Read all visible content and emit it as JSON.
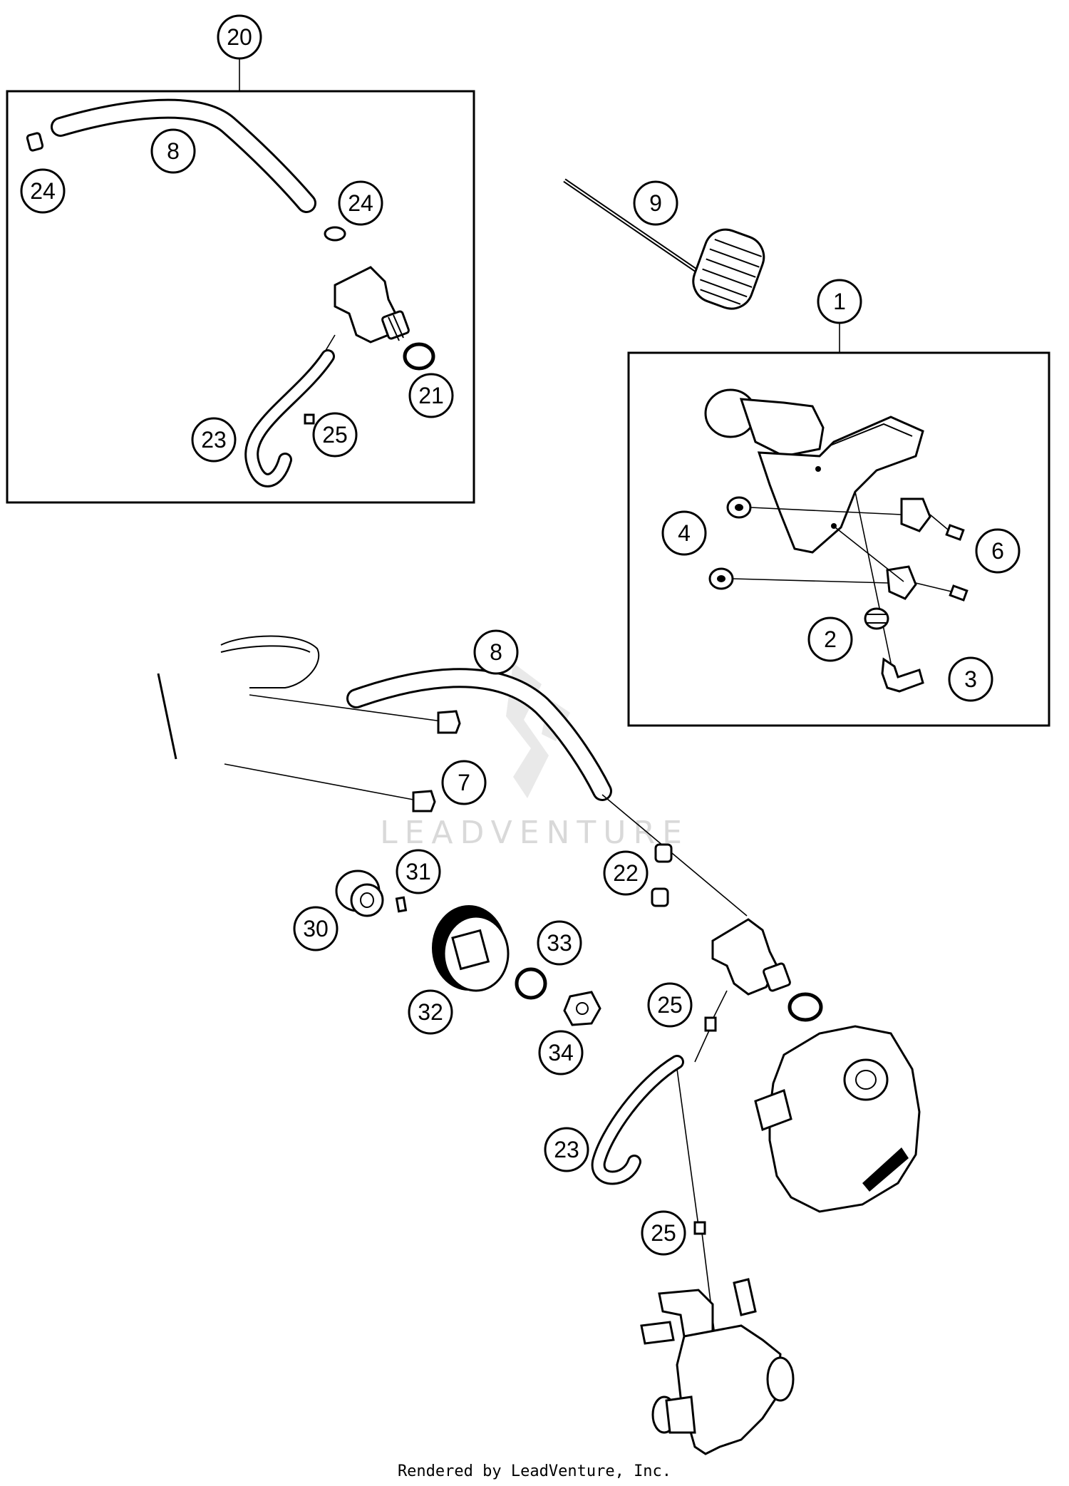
{
  "callouts": {
    "c20": "20",
    "c8a": "8",
    "c24a": "24",
    "c24b": "24",
    "c21": "21",
    "c23a": "23",
    "c25a": "25",
    "c9": "9",
    "c1": "1",
    "c4": "4",
    "c6": "6",
    "c2": "2",
    "c3": "3",
    "c8b": "8",
    "c7": "7",
    "c31": "31",
    "c22": "22",
    "c30": "30",
    "c33": "33",
    "c32": "32",
    "c25b": "25",
    "c34": "34",
    "c23b": "23",
    "c25c": "25"
  },
  "watermark": "LEADVENTURE",
  "footer": "Rendered by LeadVenture, Inc.",
  "icons": {
    "watermark_logo": "leadventure-logo-icon"
  }
}
